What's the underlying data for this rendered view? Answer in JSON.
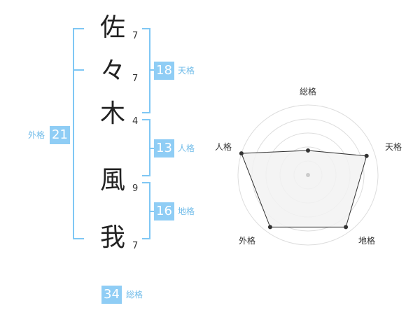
{
  "name": {
    "characters": [
      {
        "char": "佐",
        "strokes": "7"
      },
      {
        "char": "々",
        "strokes": "7"
      },
      {
        "char": "木",
        "strokes": "4"
      },
      {
        "char": "風",
        "strokes": "9"
      },
      {
        "char": "我",
        "strokes": "7"
      }
    ]
  },
  "fortunes": {
    "tenkaku": {
      "value": "18",
      "label": "天格"
    },
    "jinkaku": {
      "value": "13",
      "label": "人格"
    },
    "chikaku": {
      "value": "16",
      "label": "地格"
    },
    "gaikaku": {
      "value": "21",
      "label": "外格"
    },
    "soukaku": {
      "value": "34",
      "label": "総格"
    }
  },
  "radar": {
    "axes": [
      "総格",
      "天格",
      "地格",
      "外格",
      "人格"
    ],
    "levels": 5,
    "values": [
      0.35,
      0.88,
      0.92,
      0.92,
      1.0
    ],
    "fill_color": "#f2f2f2",
    "line_color": "#333333",
    "grid_color": "#dddddd"
  }
}
